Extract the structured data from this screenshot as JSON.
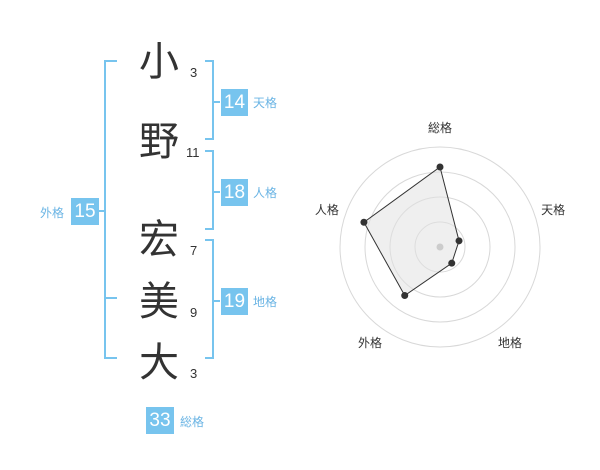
{
  "name": {
    "chars": [
      {
        "char": "小",
        "strokes": "3"
      },
      {
        "char": "野",
        "strokes": "11"
      },
      {
        "char": "宏",
        "strokes": "7"
      },
      {
        "char": "美",
        "strokes": "9"
      },
      {
        "char": "大",
        "strokes": "3"
      }
    ]
  },
  "kakaku": {
    "tenkaku": {
      "value": "14",
      "label": "天格"
    },
    "jinkaku": {
      "value": "18",
      "label": "人格"
    },
    "chikaku": {
      "value": "19",
      "label": "地格"
    },
    "gaikaku": {
      "value": "15",
      "label": "外格"
    },
    "soukaku": {
      "value": "33",
      "label": "総格"
    }
  },
  "colors": {
    "bracket": "#77c4ee",
    "badge": "#77c4ee",
    "label": "#6ab4e4",
    "text": "#333333"
  },
  "chart_data": {
    "type": "radar",
    "axes": [
      "総格",
      "天格",
      "地格",
      "外格",
      "人格"
    ],
    "values": [
      4,
      1,
      1,
      3,
      4
    ],
    "max": 5,
    "rings": 4
  }
}
